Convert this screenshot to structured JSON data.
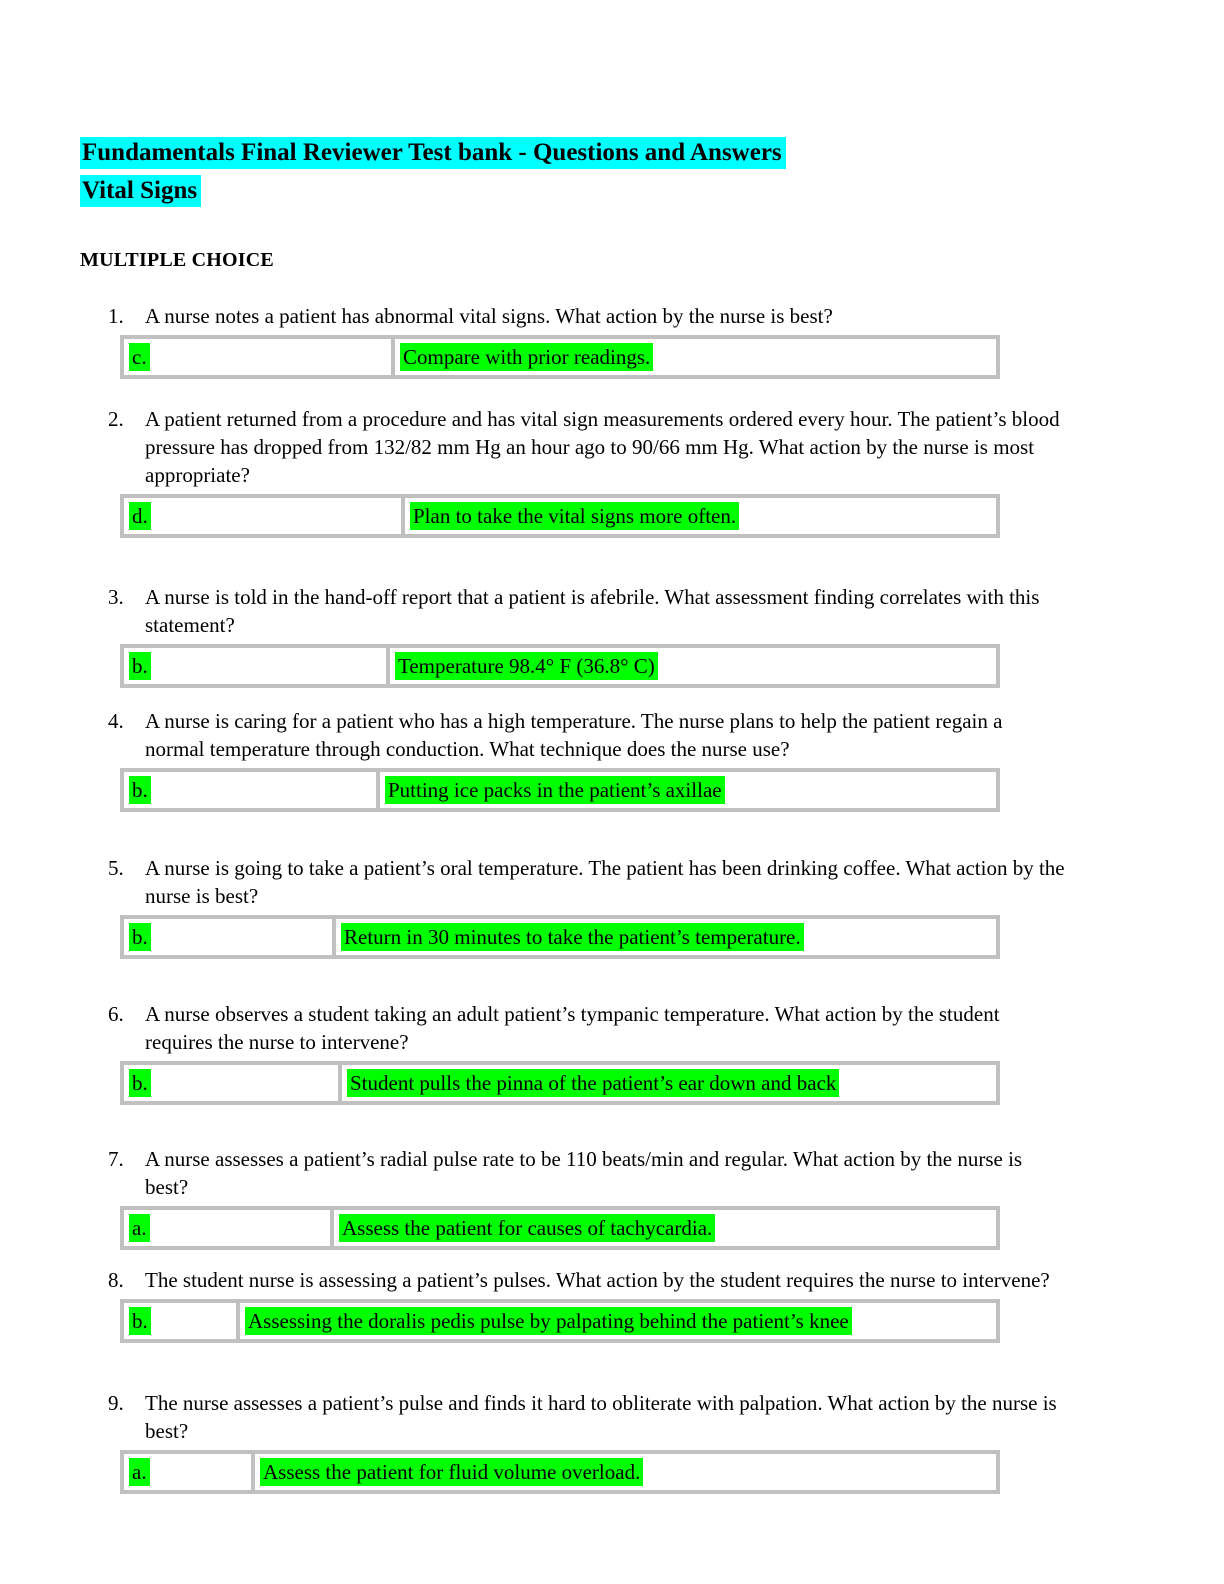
{
  "document": {
    "title": "Fundamentals Final Reviewer Test bank - Questions and Answers",
    "subtitle": "Vital Signs",
    "section_heading": "MULTIPLE CHOICE",
    "title_highlight_color": "#00ffff",
    "answer_highlight_color": "#00ff00",
    "table_border_color": "#c0c0c0"
  },
  "questions": [
    {
      "number": "1.",
      "text": "A nurse notes a patient has abnormal vital signs. What action by the nurse is best?",
      "answer_letter": "c.",
      "answer_text": "Compare with prior readings."
    },
    {
      "number": "2.",
      "text": "A patient returned from a procedure and has vital sign measurements ordered every hour. The patient’s blood pressure has dropped from 132/82 mm Hg an hour ago to 90/66 mm Hg. What action by the nurse is most appropriate?",
      "answer_letter": "d.",
      "answer_text": "Plan to take the vital signs more often."
    },
    {
      "number": "3.",
      "text": "A nurse is told in the hand-off report that a patient is afebrile. What assessment finding correlates with this statement?",
      "answer_letter": "b.",
      "answer_text": "Temperature 98.4° F (36.8° C)"
    },
    {
      "number": "4.",
      "text": "A nurse is caring for a patient who has a high temperature. The nurse plans to help the patient regain a normal temperature through conduction. What technique does the nurse use?",
      "answer_letter": "b.",
      "answer_text": "Putting ice packs in the patient’s axillae"
    },
    {
      "number": "5.",
      "text": "A nurse is going to take a patient’s oral temperature. The patient has been drinking coffee. What action by the nurse is best?",
      "answer_letter": "b.",
      "answer_text": "Return in 30 minutes to take the patient’s temperature."
    },
    {
      "number": "6.",
      "text": "A nurse observes a student taking an adult patient’s tympanic temperature. What action by the student requires the nurse to intervene?",
      "answer_letter": "b.",
      "answer_text": "Student pulls the pinna of the patient’s ear down and back"
    },
    {
      "number": "7.",
      "text": "A nurse assesses a patient’s radial pulse rate to be 110 beats/min and regular. What action by the nurse is best?",
      "answer_letter": "a.",
      "answer_text": "Assess the patient for causes of tachycardia."
    },
    {
      "number": "8.",
      "text": "The student nurse is assessing a patient’s pulses. What action by the student requires the nurse to intervene?",
      "answer_letter": "b.",
      "answer_text": "Assessing the doralis pedis pulse by palpating behind the patient’s knee"
    },
    {
      "number": "9.",
      "text": "The nurse assesses a patient’s pulse and finds it hard to obliterate with palpation. What action by the nurse is best?",
      "answer_letter": "a.",
      "answer_text": "Assess the patient for fluid volume overload."
    }
  ]
}
